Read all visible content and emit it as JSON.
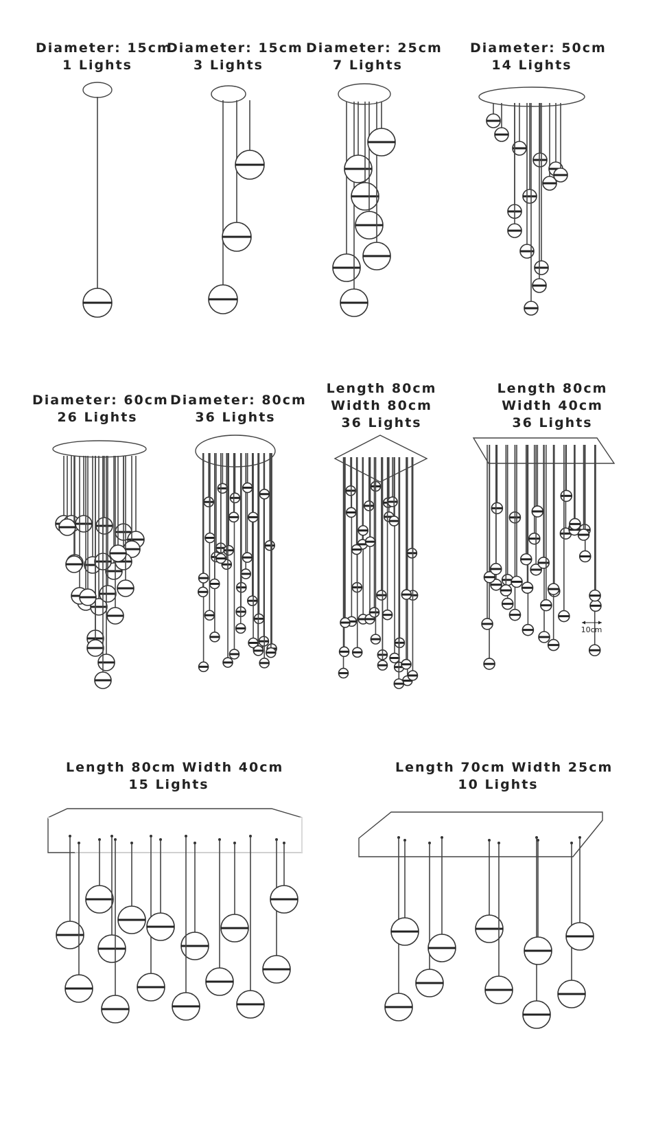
{
  "fixtures": [
    {
      "id": "d15-1",
      "line1": "Diameter: 15cm",
      "line2": "1 Lights"
    },
    {
      "id": "d15-3",
      "line1": "Diameter: 15cm",
      "line2": "3 Lights"
    },
    {
      "id": "d25-7",
      "line1": "Diameter: 25cm",
      "line2": "7 Lights"
    },
    {
      "id": "d50-14",
      "line1": "Diameter: 50cm",
      "line2": "14 Lights"
    },
    {
      "id": "d60-26",
      "line1": "Diameter: 60cm",
      "line2": "26 Lights"
    },
    {
      "id": "d80-36",
      "line1": "Diameter: 80cm",
      "line2": "36 Lights"
    },
    {
      "id": "sq80-36",
      "line1": "Length 80cm",
      "line2": "Width 80cm",
      "line3": "36 Lights"
    },
    {
      "id": "rect80x40-36",
      "line1": "Length 80cm",
      "line2": "Width 40cm",
      "line3": "36 Lights"
    },
    {
      "id": "rect80x40-15",
      "line1": "Length 80cm Width 40cm",
      "line2": "15 Lights"
    },
    {
      "id": "rect70x25-10",
      "line1": "Length 70cm Width 25cm",
      "line2": "10 Lights"
    }
  ],
  "dimension_note": "10cm"
}
